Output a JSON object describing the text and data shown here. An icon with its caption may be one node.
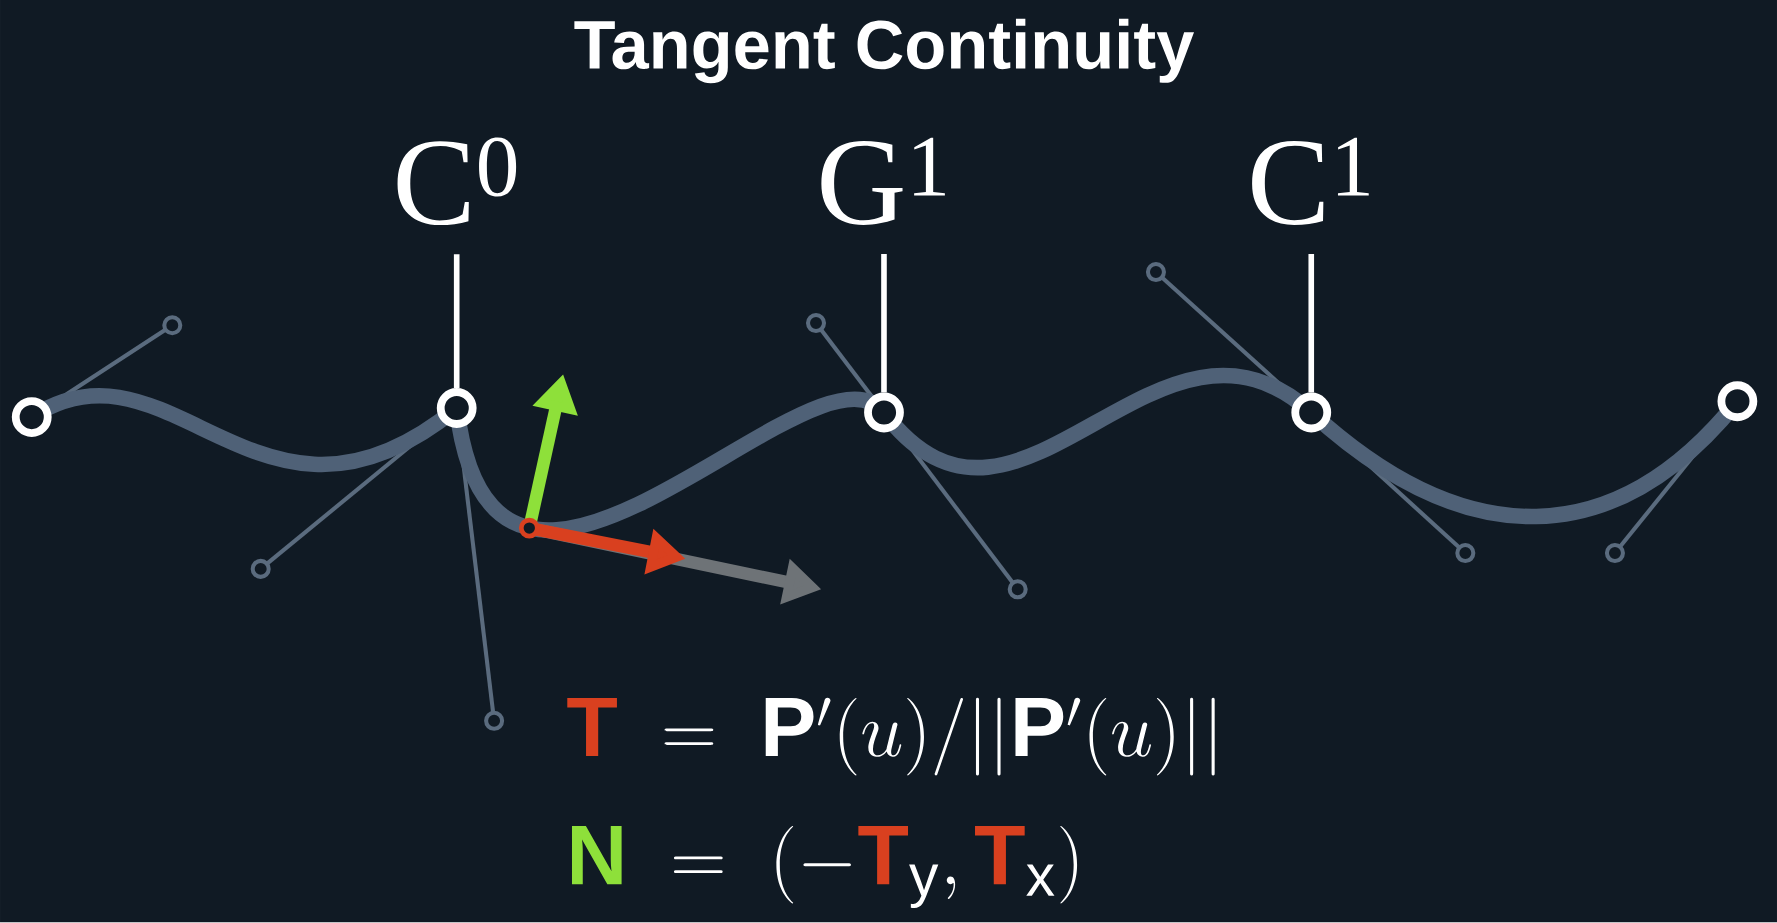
{
  "diagram": {
    "title": "Tangent Continuity",
    "nodes": [
      {
        "text": [
          "C$^{0}$"
        ]
      },
      {
        "text": [
          "G$^{1}$"
        ]
      },
      {
        "text": [
          "C$^{1}$"
        ]
      },
      {
        "text": [],
        "shape": "circle"
      },
      {
        "text": [],
        "shape": "circle"
      },
      {
        "text": [],
        "shape": "circle"
      },
      {
        "text": [],
        "shape": "circle"
      },
      {
        "text": [],
        "shape": "circle"
      }
    ],
    "edges": [
      {
        "from": 0,
        "to": 4,
        "arrow": "none"
      },
      {
        "from": 1,
        "to": 5,
        "arrow": "none"
      },
      {
        "from": 2,
        "to": 6,
        "arrow": "none"
      }
    ],
    "labels": [
      "{\\color{tred}\\mathbf{T}} \\;=\\; \\mathbf{P}'(u)/||\\mathbf{P}'(u)||",
      "{\\color{tgreen}\\mathbf{N}} \\;=\\; (-{\\color{tred}\\mathbf{T}}_{\\mathrm{y}},{\\color{tred}\\mathbf{T}}_{\\mathrm{x}})"
    ]
  }
}
